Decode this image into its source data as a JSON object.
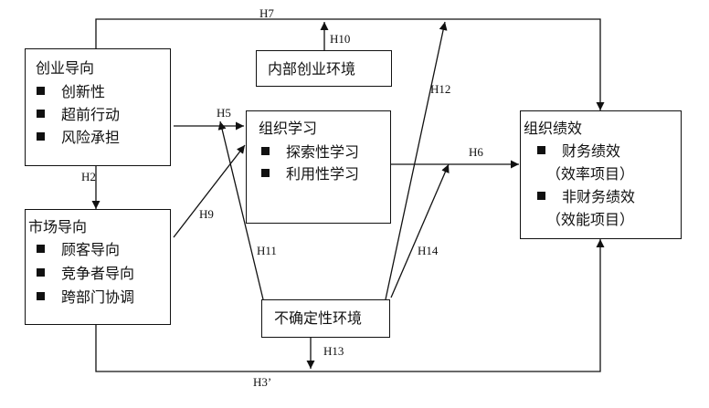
{
  "boxes": {
    "entrepreneurial_orientation": {
      "title": "创业导向",
      "items": [
        "创新性",
        "超前行动",
        "风险承担"
      ]
    },
    "market_orientation": {
      "title": "市场导向",
      "items": [
        "顾客导向",
        "竞争者导向",
        "跨部门协调"
      ]
    },
    "internal_entrepreneurial_environment": {
      "title": "内部创业环境"
    },
    "organizational_learning": {
      "title": "组织学习",
      "items": [
        "探索性学习",
        "利用性学习"
      ]
    },
    "uncertain_environment": {
      "title": "不确定性环境"
    },
    "organizational_performance": {
      "title": "组织绩效",
      "items": [
        "财务绩效",
        "（效率项目）",
        "非财务绩效",
        "（效能项目）"
      ]
    }
  },
  "hypotheses": [
    "H7",
    "H10",
    "H12",
    "H5",
    "H6",
    "H2",
    "H9",
    "H11",
    "H14",
    "H13",
    "H3’"
  ]
}
